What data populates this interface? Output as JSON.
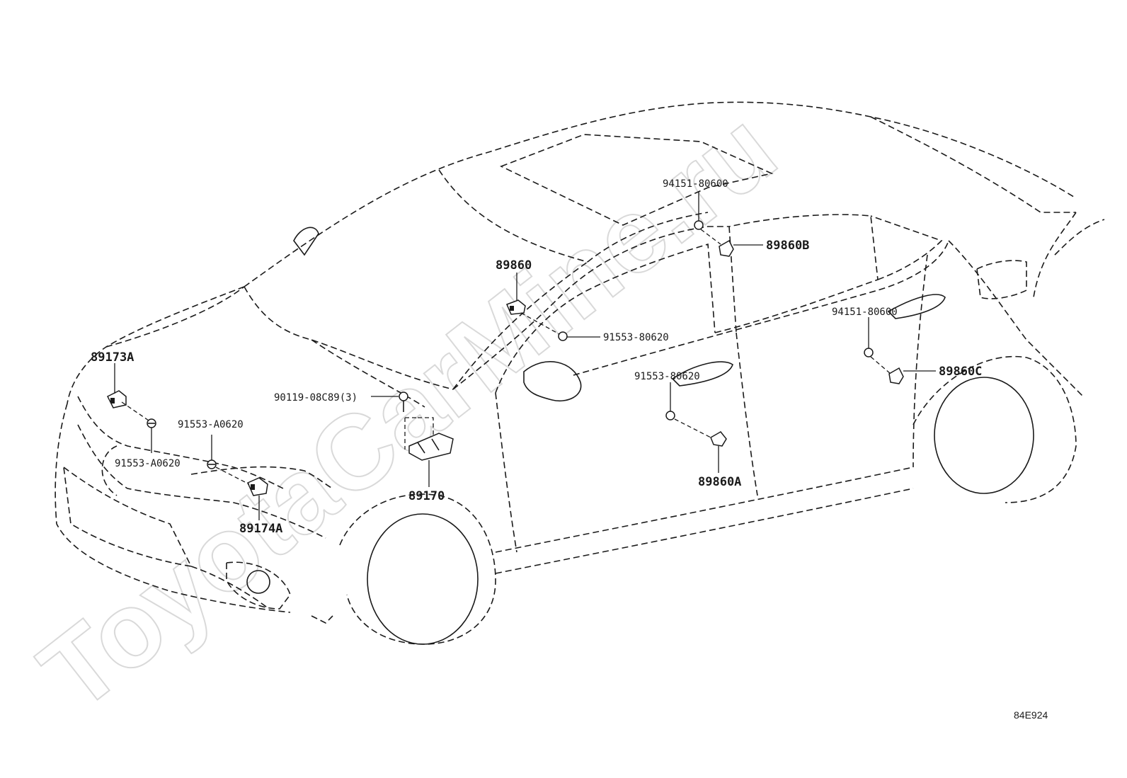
{
  "watermark": "ToyotaCarMine.ru",
  "catalog_code": "84E924",
  "parts": {
    "sensor_89173A": "89173A",
    "bolt_front_upper": "91553-A0620",
    "bolt_front_lower": "91553-A0620",
    "sensor_89174A": "89174A",
    "screw_90119": "90119-08C89(3)",
    "module_89170": "89170",
    "sensor_89860": "89860",
    "bolt_89860": "91553-80620",
    "nut_pillar": "94151-80600",
    "sensor_89860B": "89860B",
    "bolt_front_door": "91553-80620",
    "sensor_89860A": "89860A",
    "nut_rear_door": "94151-80600",
    "sensor_89860C": "89860C"
  }
}
